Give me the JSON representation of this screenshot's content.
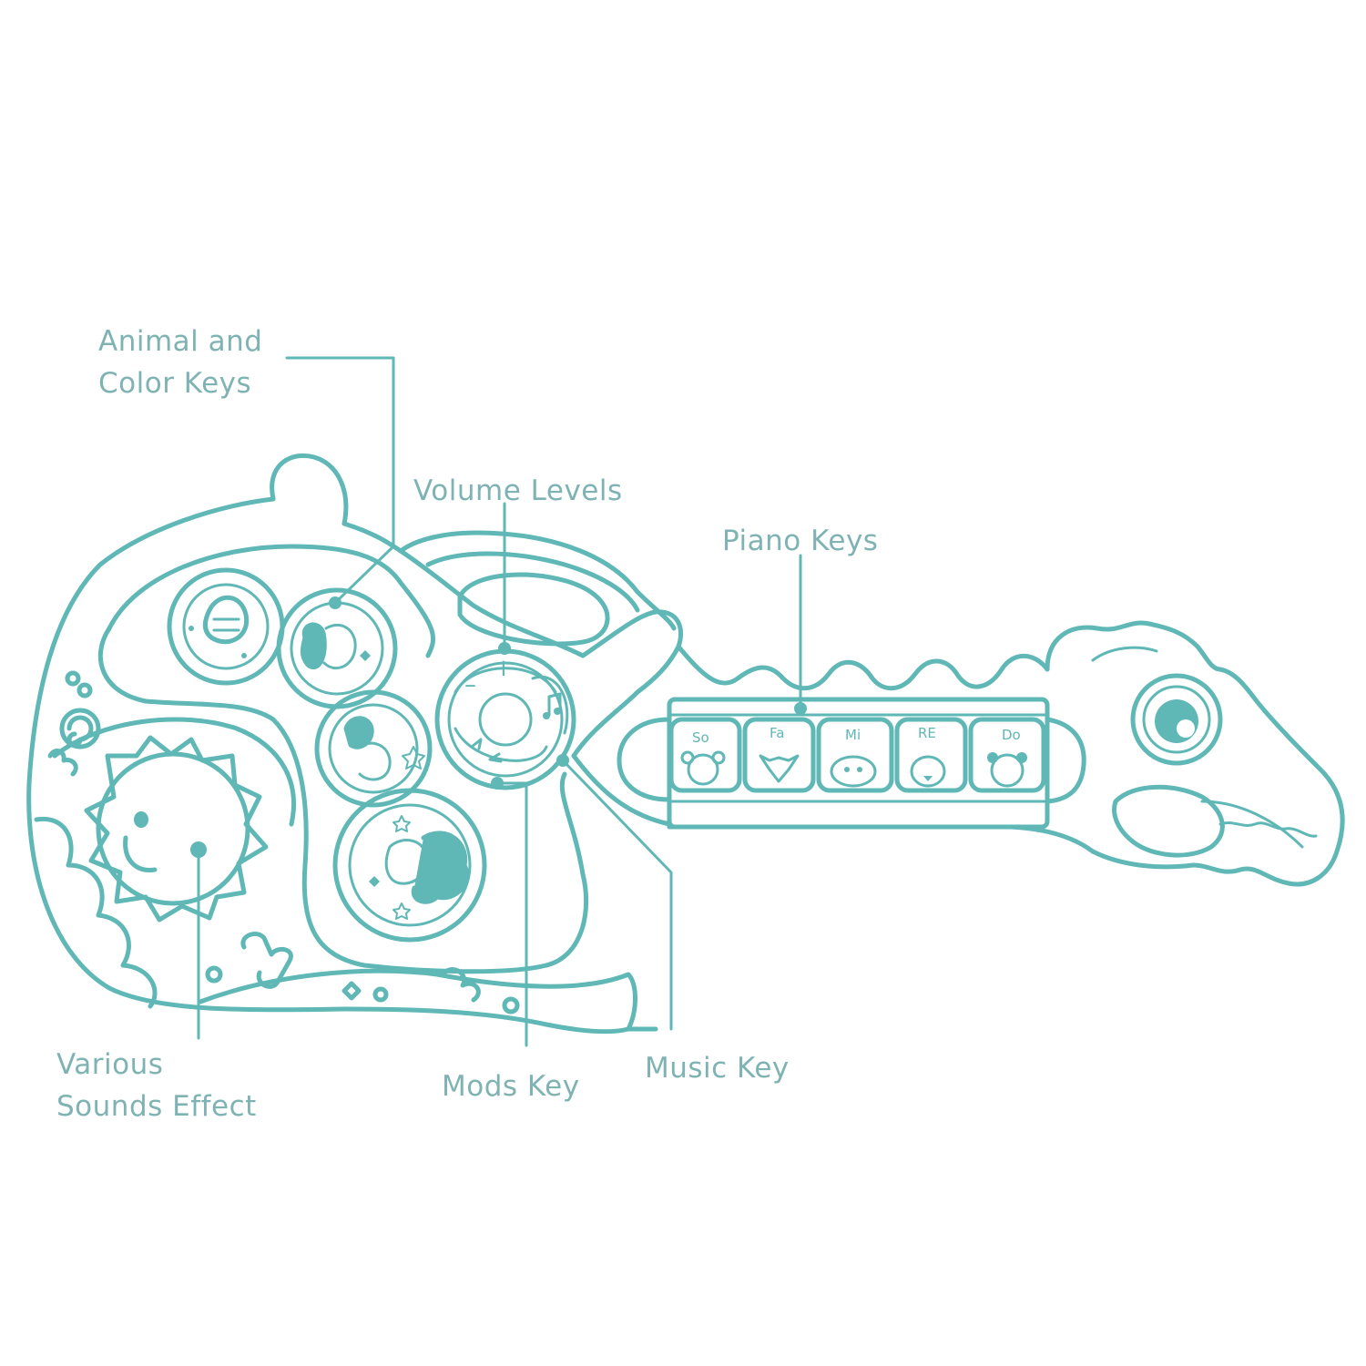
{
  "colors": {
    "line": "#5fb7b6",
    "label": "#7fb3b3",
    "fill": "#5fb7b6",
    "background": "#ffffff"
  },
  "callouts": {
    "animal_color_keys": [
      "Animal and",
      "Color Keys"
    ],
    "volume_levels": "Volume Levels",
    "piano_keys": "Piano Keys",
    "various_sounds": [
      "Various",
      "Sounds Effect"
    ],
    "mods_key": "Mods Key",
    "music_key": "Music Key"
  },
  "piano_notes": [
    "So",
    "Fa",
    "Mi",
    "RE",
    "Do"
  ],
  "volume_symbols": {
    "minus": "–",
    "plus": "+"
  },
  "icons": [
    "sun-face-icon",
    "swirl-icon",
    "dino-eye-icon",
    "music-note-icon",
    "loop-arrows-icon",
    "heart-icon",
    "flower-icon",
    "star-icon",
    "sheep-icon",
    "cow-icon",
    "pig-icon",
    "chick-icon",
    "koala-icon",
    "fox-icon",
    "hamster-icon",
    "bird-icon",
    "panda-icon"
  ]
}
